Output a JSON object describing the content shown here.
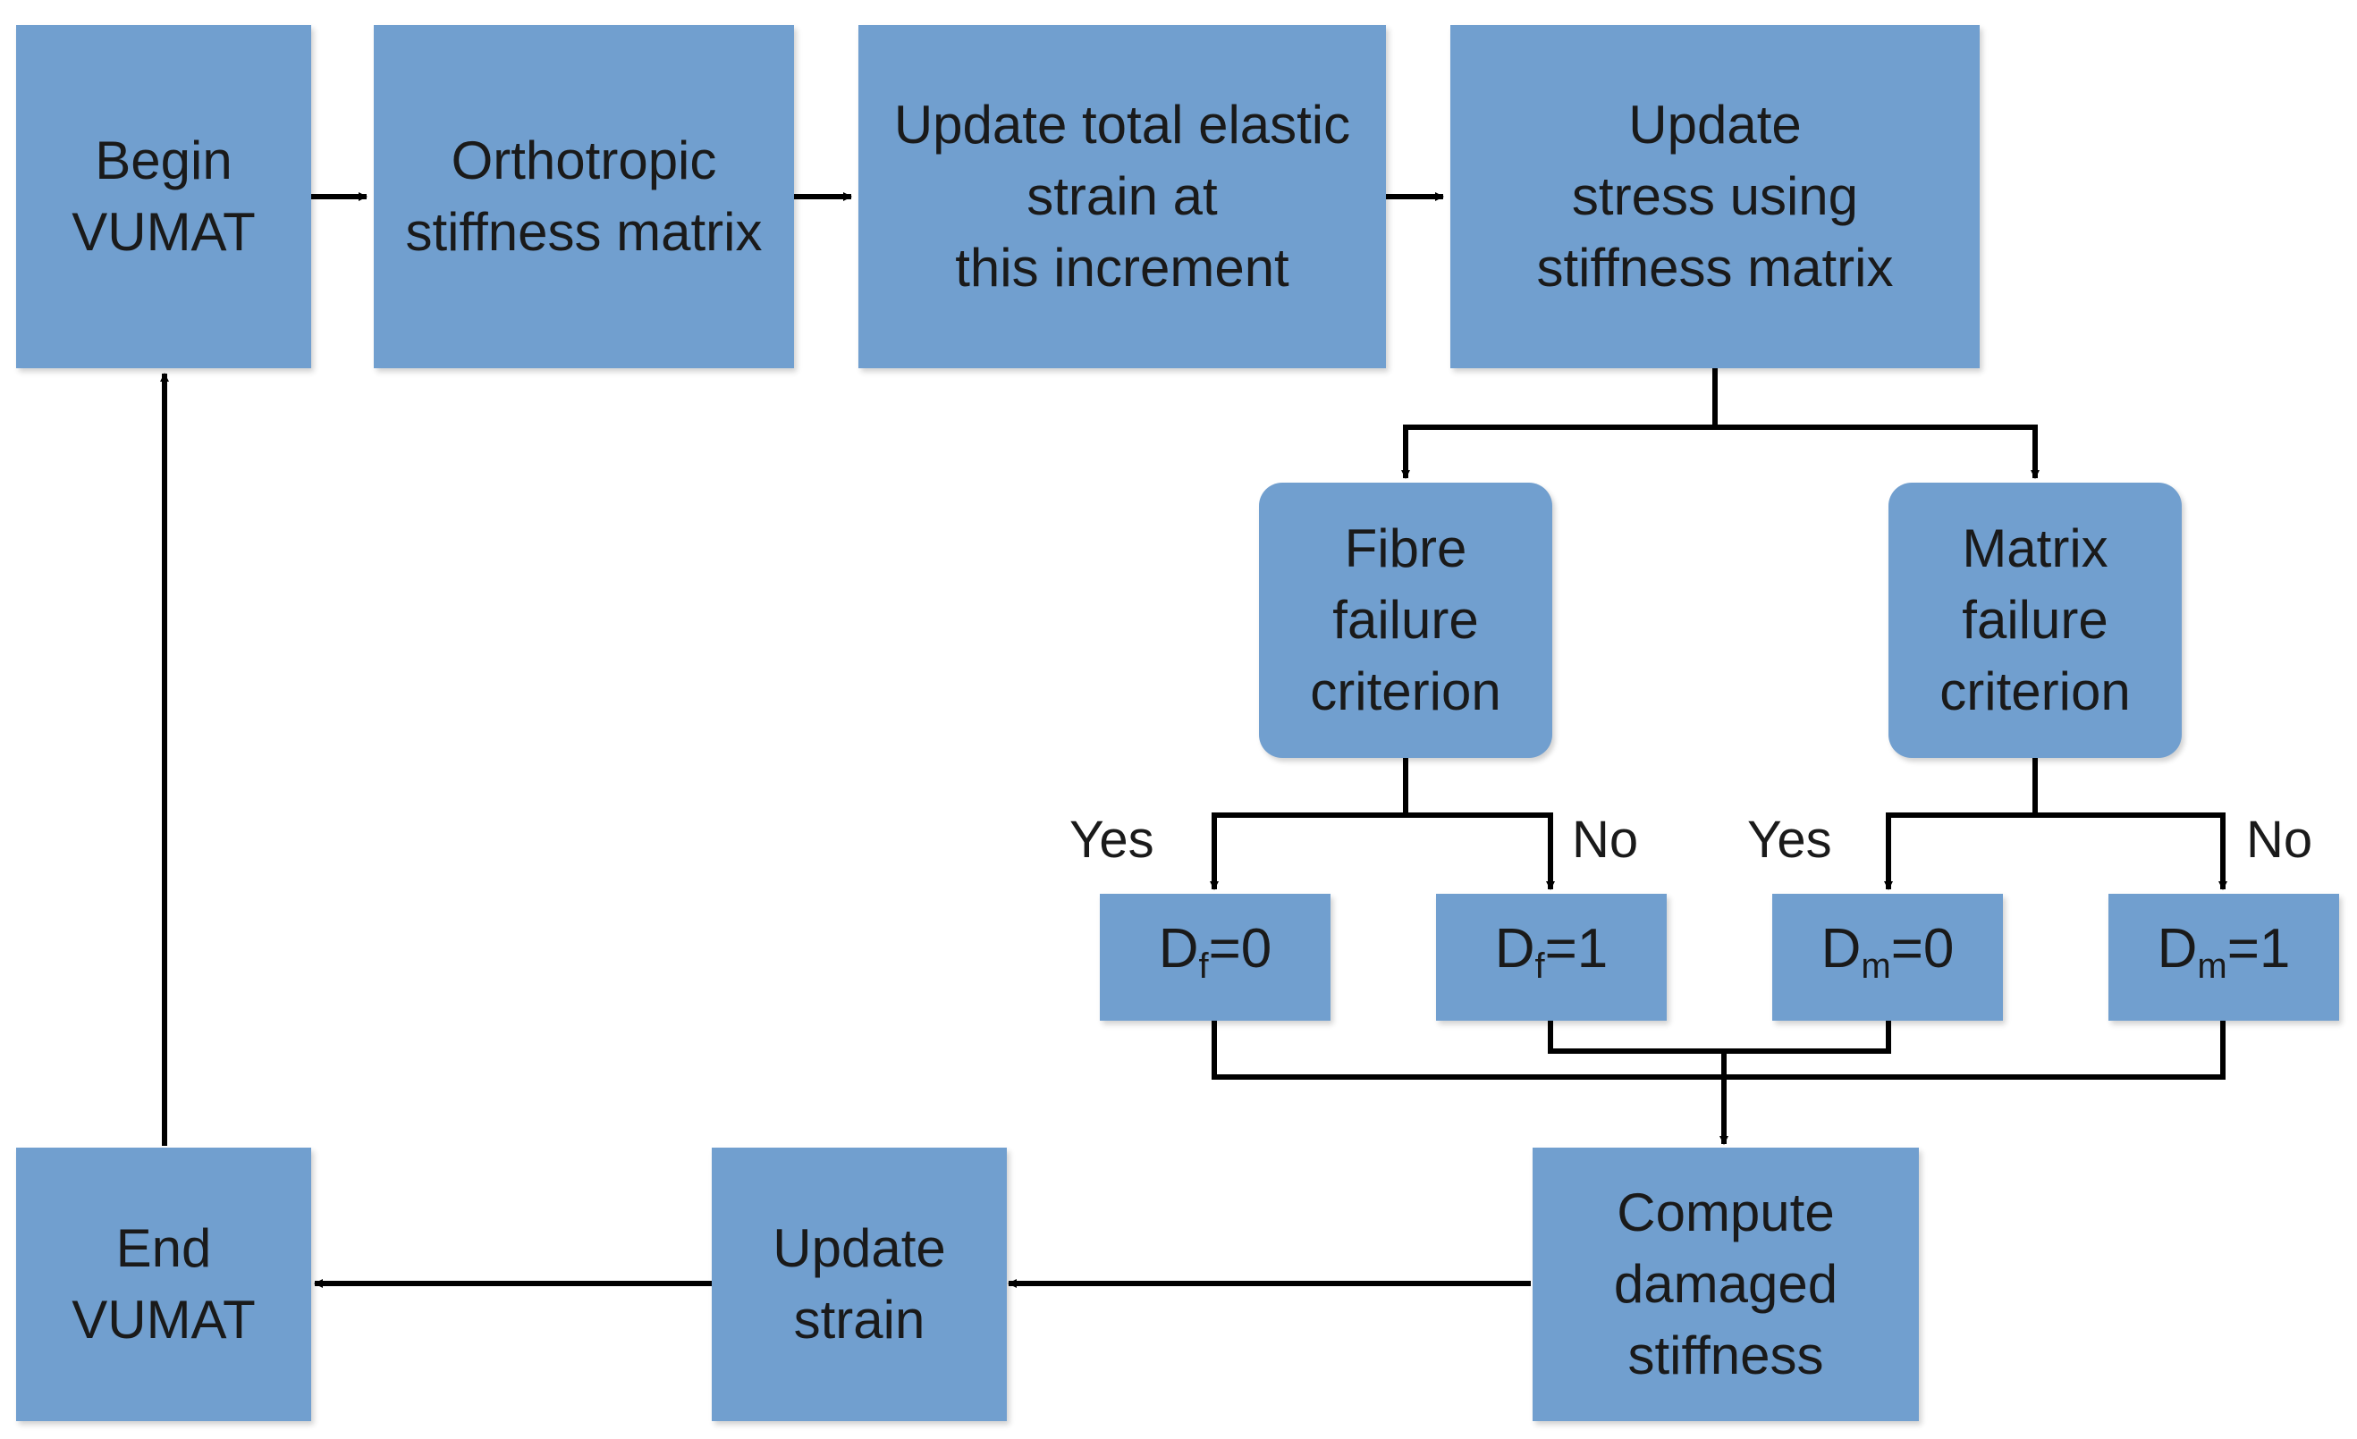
{
  "colors": {
    "box_fill": "#719fcf",
    "line": "#000000",
    "text": "#1a1a1a"
  },
  "nodes": {
    "begin": "Begin\nVUMAT",
    "ortho": "Orthotropic\nstiffness matrix",
    "strain_inc": "Update total elastic\nstrain at\nthis increment",
    "stress": "Update\nstress using\nstiffness matrix",
    "fibre": "Fibre\nfailure\ncriterion",
    "matrix": "Matrix\nfailure\ncriterion",
    "df0": {
      "base": "D",
      "sub": "f",
      "rest": "=0"
    },
    "df1": {
      "base": "D",
      "sub": "f",
      "rest": "=1"
    },
    "dm0": {
      "base": "D",
      "sub": "m",
      "rest": "=0"
    },
    "dm1": {
      "base": "D",
      "sub": "m",
      "rest": "=1"
    },
    "compute": "Compute\ndamaged\nstiffness",
    "update_strain": "Update\nstrain",
    "end": "End\nVUMAT"
  },
  "labels": {
    "fibre_yes": "Yes",
    "fibre_no": "No",
    "matrix_yes": "Yes",
    "matrix_no": "No"
  }
}
